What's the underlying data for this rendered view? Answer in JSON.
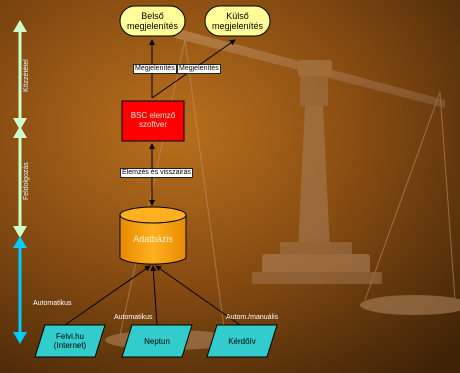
{
  "nodes": {
    "belso": {
      "line1": "Belső",
      "line2": "megjelenítés"
    },
    "kulso": {
      "line1": "Külső",
      "line2": "megjelenítés"
    },
    "bsc": {
      "line1": "BSC elemző",
      "line2": "szoftver"
    },
    "adatbazis": {
      "label": "Adatbázis"
    },
    "felvihu": {
      "line1": "Felvi.hu",
      "line2": "(Internet)"
    },
    "neptun": {
      "label": "Neptun"
    },
    "kerdoiv": {
      "label": "Kérdőív"
    }
  },
  "edges": {
    "megj_left": "Megjelenítés",
    "megj_right": "Megjelenítés",
    "elemzes": "Elemzés és visszairás",
    "auto1": "Automatikus",
    "auto2": "Automatikus",
    "auto_man": "Autom./manuális"
  },
  "side_labels": {
    "top": "Közzététel",
    "middle": "Feldolgozás"
  },
  "colors": {
    "oval_fill": "#ffff99",
    "red_box": "#ff0000",
    "cylinder": "#ffa000",
    "parallelogram": "#33cccc",
    "arrow_top": "#ccffcc",
    "arrow_bottom": "#00ccff"
  }
}
